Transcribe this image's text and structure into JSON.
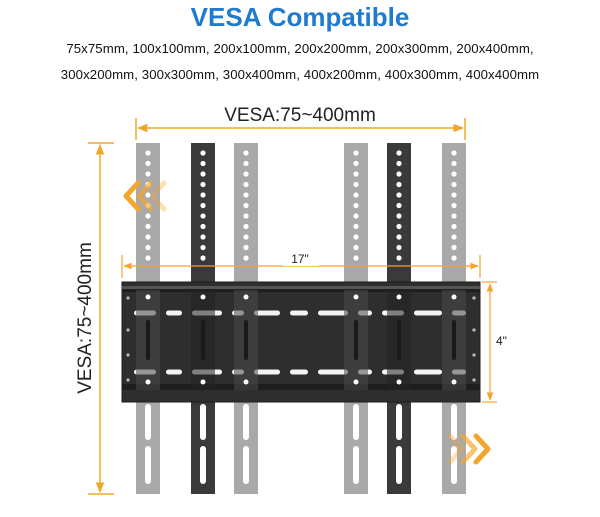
{
  "title": "VESA Compatible",
  "sizes": {
    "line1": "75x75mm, 100x100mm, 200x100mm, 200x200mm, 200x300mm, 200x400mm,",
    "line2": "300x200mm, 300x300mm, 300x400mm, 400x200mm, 400x300mm, 400x400mm"
  },
  "diagram": {
    "vesa_horizontal_label": "VESA:75~400mm",
    "vesa_vertical_label": "VESA:75~400mm",
    "width_label": "17\"",
    "height_label": "4\""
  },
  "colors": {
    "title": "#1f7bd0",
    "dimension": "#f4a52b",
    "arrow": "#f4a52b",
    "bracket": "#2b2b2b",
    "arm_gray": "#a9a9a9",
    "arm_dark": "#3a3a3a"
  },
  "icons": {
    "left_arrows": "double-chevron-left-icon",
    "right_arrows": "double-chevron-right-icon"
  }
}
